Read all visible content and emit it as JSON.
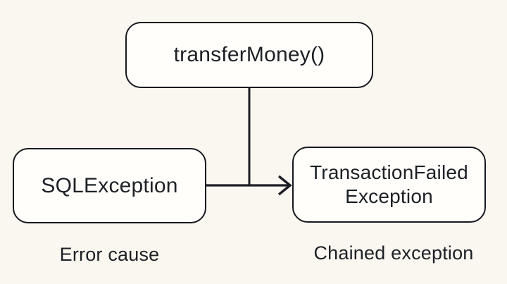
{
  "colors": {
    "bg": "#faf6f0",
    "line": "#1b1e24",
    "box-fill": "#fffefb",
    "box-border": "#17191f",
    "text": "#1d2025"
  },
  "diagram": {
    "nodes": {
      "method": {
        "label": "transferMoney()"
      },
      "cause": {
        "label": "SQLException",
        "caption": "Error cause"
      },
      "chained": {
        "label_lines": [
          "TransactionFailed",
          "Exception"
        ],
        "caption": "Chained exception"
      }
    },
    "icons": {
      "arrowhead": "chevron-right-arrowhead-icon"
    },
    "edges": [
      {
        "from": "method",
        "to": "junction",
        "type": "plain-line"
      },
      {
        "from": "cause",
        "to": "chained",
        "type": "arrow"
      }
    ]
  }
}
